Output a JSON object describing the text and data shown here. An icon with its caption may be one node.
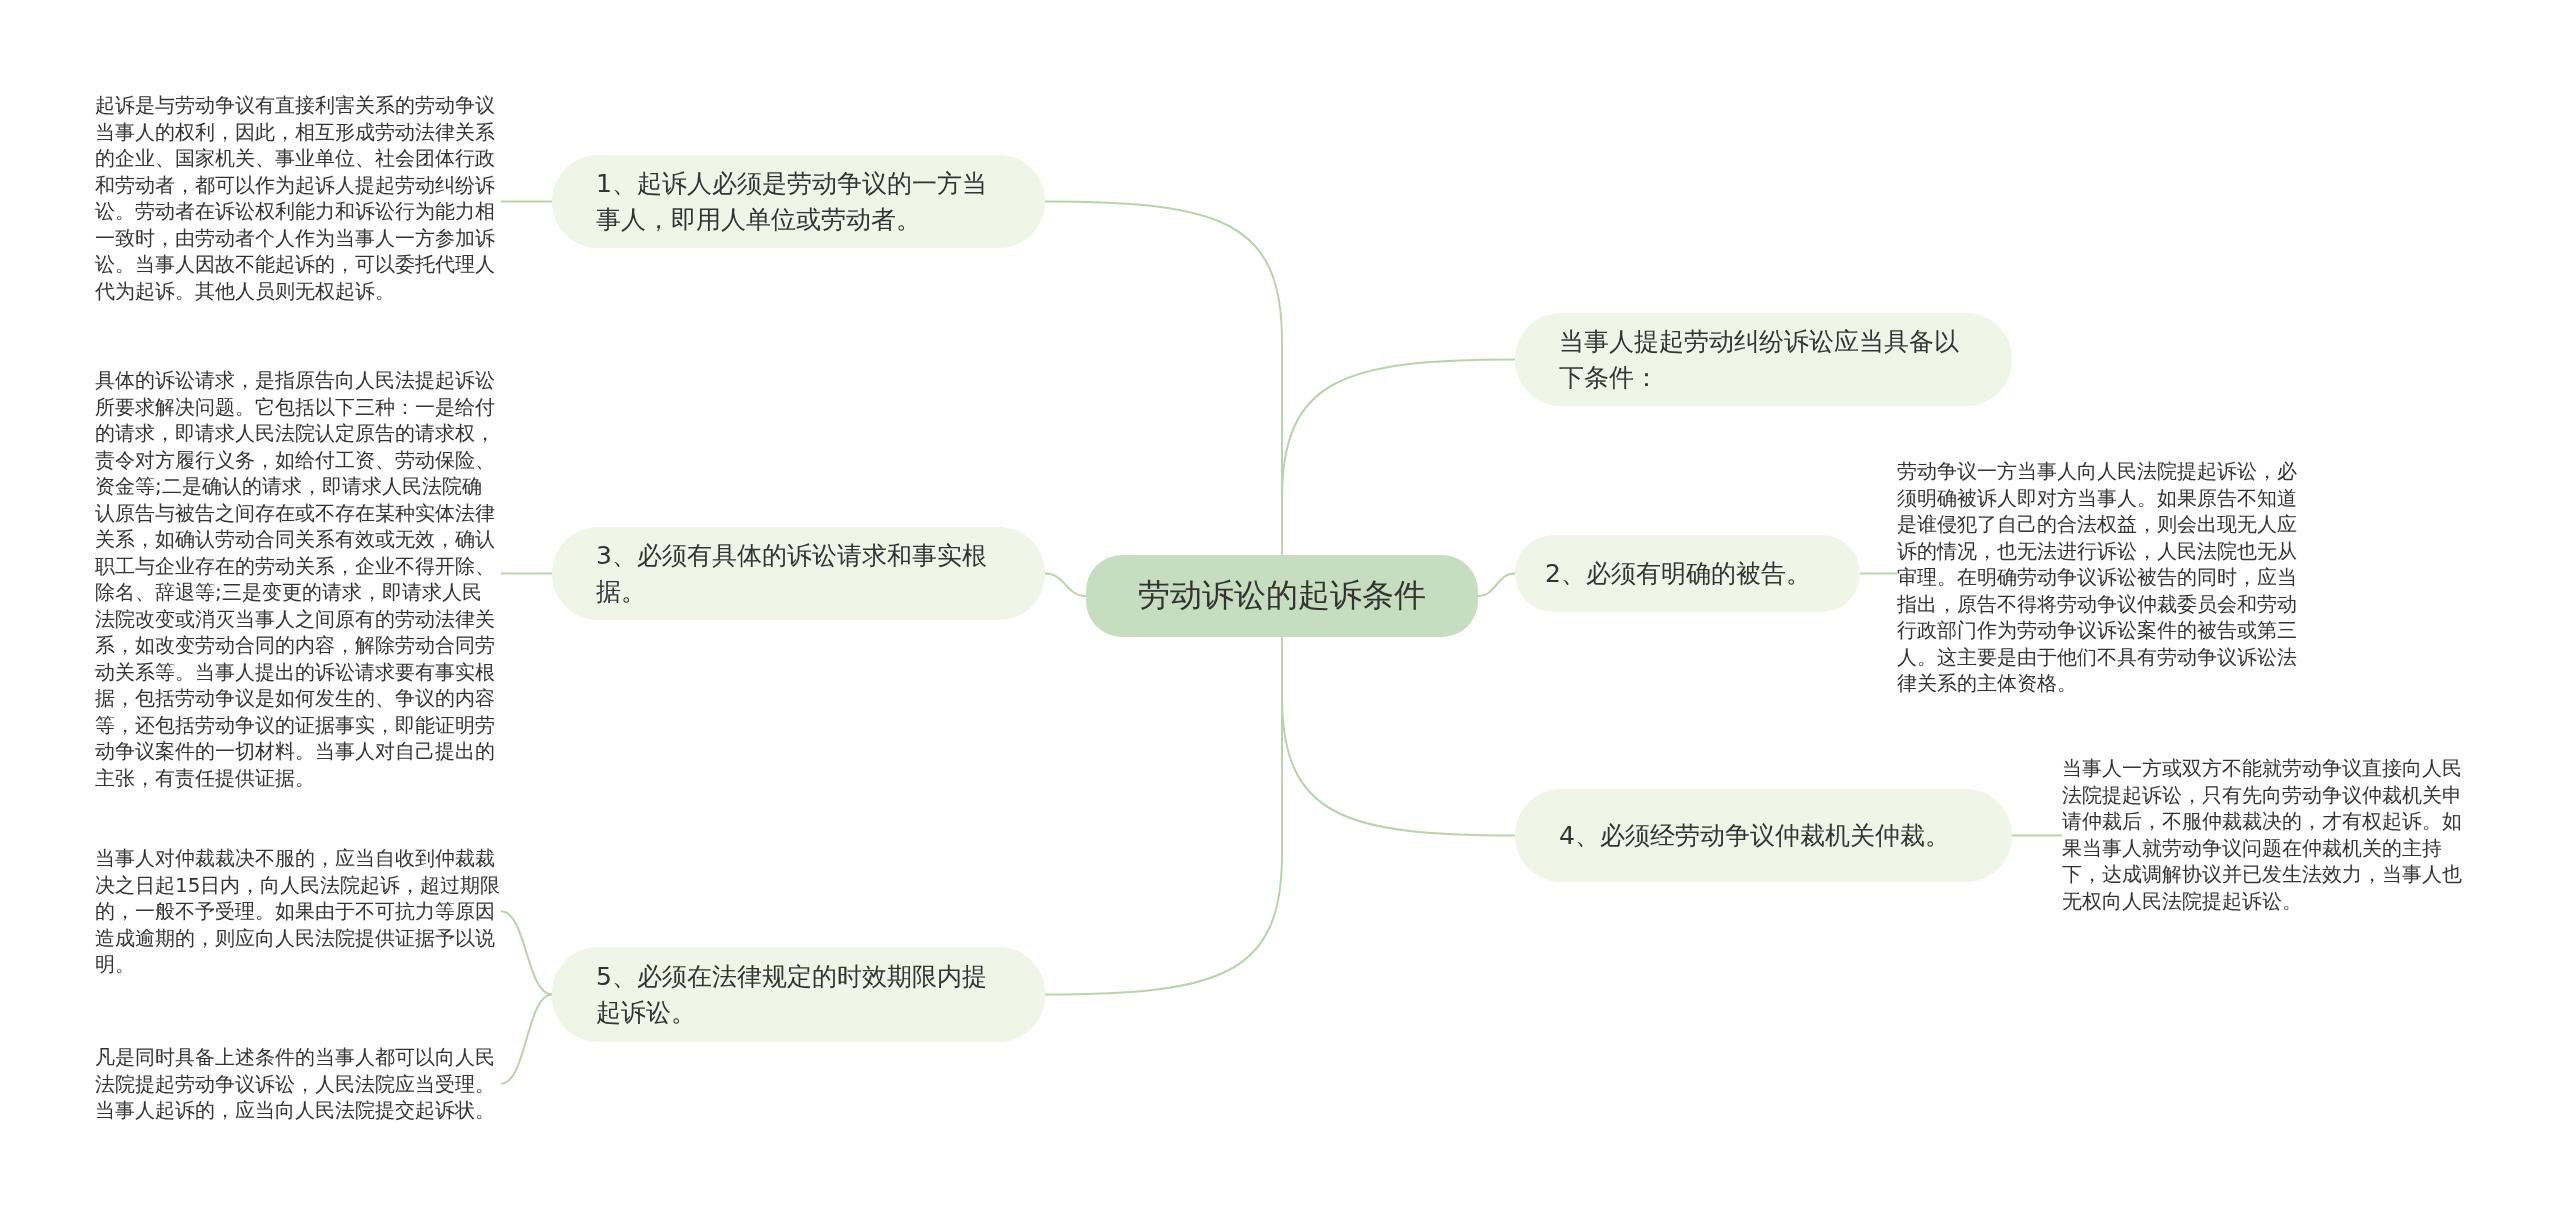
{
  "diagram": {
    "nodes": [
      {
        "text": [
          "劳动诉讼的起诉条件"
        ]
      },
      {
        "text": [
          "1、起诉人必须是劳动争议的一方当事人，即用人单位或劳动者。"
        ]
      },
      {
        "text": [
          "起诉是与劳动争议有直接利害关系的劳动争议当事人的权利，因此，相互形成劳动法律关系的企业、国家机关、事业单位、社会团体行政和劳动者，都可以作为起诉人提起劳动纠纷诉讼。劳动者在诉讼权利能力和诉讼行为能力相一致时，由劳动者个人作为当事人一方参加诉讼。当事人因故不能起诉的，可以委托代理人代为起诉。其他人员则无权起诉。"
        ]
      },
      {
        "text": [
          "当事人提起劳动纠纷诉讼应当具备以下条件："
        ]
      },
      {
        "text": [
          "3、必须有具体的诉讼请求和事实根据。"
        ]
      },
      {
        "text": [
          "具体的诉讼请求，是指原告向人民法提起诉讼所要求解决问题。它包括以下三种：一是给付的请求，即请求人民法院认定原告的请求权，责令对方履行义务，如给付工资、劳动保险、资金等;二是确认的请求，即请求人民法院确认原告与被告之间存在或不存在某种实体法律关系，如确认劳动合同关系有效或无效，确认职工与企业存在的劳动关系，企业不得开除、除名、辞退等;三是变更的请求，即请求人民法院改变或消灭当事人之间原有的劳动法律关系，如改变劳动合同的内容，解除劳动合同劳动关系等。当事人提出的诉讼请求要有事实根据，包括劳动争议是如何发生的、争议的内容等，还包括劳动争议的证据事实，即能证明劳动争议案件的一切材料。当事人对自己提出的主张，有责任提供证据。"
        ]
      },
      {
        "text": [
          "2、必须有明确的被告。"
        ]
      },
      {
        "text": [
          "劳动争议一方当事人向人民法院提起诉讼，必须明确被诉人即对方当事人。如果原告不知道是谁侵犯了自己的合法权益，则会出现无人应诉的情况，也无法进行诉讼，人民法院也无从审理。在明确劳动争议诉讼被告的同时，应当指出，原告不得将劳动争议仲裁委员会和劳动行政部门作为劳动争议诉讼案件的被告或第三人。这主要是由于他们不具有劳动争议诉讼法律关系的主体资格。"
        ]
      },
      {
        "text": [
          "4、必须经劳动争议仲裁机关仲裁。"
        ]
      },
      {
        "text": [
          "当事人一方或双方不能就劳动争议直接向人民法院提起诉讼，只有先向劳动争议仲裁机关申请仲裁后，不服仲裁裁决的，才有权起诉。如果当事人就劳动争议问题在仲裁机关的主持下，达成调解协议并已发生法效力，当事人也无权向人民法院提起诉讼。"
        ]
      },
      {
        "text": [
          "5、必须在法律规定的时效期限内提起诉讼。"
        ]
      },
      {
        "text": [
          "当事人对仲裁裁决不服的，应当自收到仲裁裁决之日起15日内，向人民法院起诉，超过期限的，一般不予受理。如果由于不可抗力等原因造成逾期的，则应向人民法院提供证据予以说明。"
        ]
      },
      {
        "text": [
          "凡是同时具备上述条件的当事人都可以向人民法院提起劳动争议诉讼，人民法院应当受理。当事人起诉的，应当向人民法院提交起诉状。"
        ]
      }
    ],
    "edges": [
      {
        "from": 0,
        "to": 1,
        "arrow": "none"
      },
      {
        "from": 0,
        "to": 3,
        "arrow": "none"
      },
      {
        "from": 0,
        "to": 4,
        "arrow": "none"
      },
      {
        "from": 0,
        "to": 6,
        "arrow": "none"
      },
      {
        "from": 0,
        "to": 8,
        "arrow": "none"
      },
      {
        "from": 0,
        "to": 10,
        "arrow": "none"
      },
      {
        "from": 1,
        "to": 2,
        "arrow": "none"
      },
      {
        "from": 4,
        "to": 5,
        "arrow": "none"
      },
      {
        "from": 6,
        "to": 7,
        "arrow": "none"
      },
      {
        "from": 8,
        "to": 9,
        "arrow": "none"
      },
      {
        "from": 10,
        "to": 11,
        "arrow": "none"
      },
      {
        "from": 10,
        "to": 12,
        "arrow": "none"
      }
    ]
  }
}
